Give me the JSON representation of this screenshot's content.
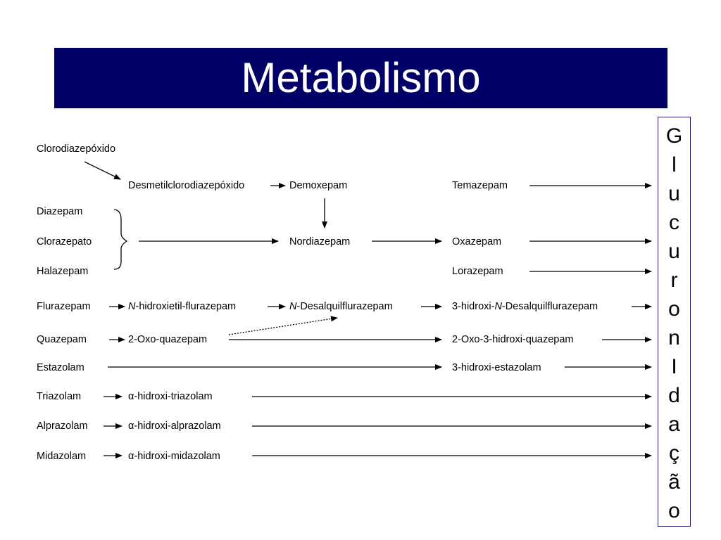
{
  "title": "Metabolismo",
  "labels": {
    "clorodiazepoxido": "Clorodiazepóxido",
    "desmetilclorodiazepoxido": "Desmetilclorodiazepóxido",
    "demoxepam": "Demoxepam",
    "temazepam": "Temazepam",
    "diazepam": "Diazepam",
    "clorazepato": "Clorazepato",
    "halazepam": "Halazepam",
    "nordiazepam": "Nordiazepam",
    "oxazepam": "Oxazepam",
    "lorazepam": "Lorazepam",
    "flurazepam": "Flurazepam",
    "n_hidroxietil_flurazepam": {
      "prefix": "N",
      "rest": "-hidroxietil-flurazepam"
    },
    "n_desalquilflurazepam": {
      "prefix": "N",
      "rest": "-Desalquilflurazepam"
    },
    "hidroxi_n_desalquilflurazepam": {
      "pre": "3-hidroxi-",
      "italic": "N",
      "post": "-Desalquilflurazepam"
    },
    "quazepam": "Quazepam",
    "oxo_quazepam": "2-Oxo-quazepam",
    "oxo_hidroxi_quazepam": "2-Oxo-3-hidroxi-quazepam",
    "estazolam": "Estazolam",
    "hidroxi_estazolam": "3-hidroxi-estazolam",
    "triazolam": "Triazolam",
    "alpha_hidroxi_triazolam": {
      "symbol": "α",
      "rest": "-hidroxi-triazolam"
    },
    "alprazolam": "Alprazolam",
    "alpha_hidroxi_alprazolam": {
      "symbol": "α",
      "rest": "-hidroxi-alprazolam"
    },
    "midazolam": "Midazolam",
    "alpha_hidroxi_midazolam": {
      "symbol": "α",
      "rest": "-hidroxi-midazolam"
    }
  },
  "glucuronidacao": [
    "G",
    "l",
    "u",
    "c",
    "u",
    "r",
    "o",
    "n",
    "I",
    "d",
    "a",
    "ç",
    "ã",
    "o"
  ],
  "colors": {
    "title_bar": "#000066",
    "title_text": "#ffffff",
    "arrows": "#000000",
    "box_border": "#1f1f7a"
  }
}
